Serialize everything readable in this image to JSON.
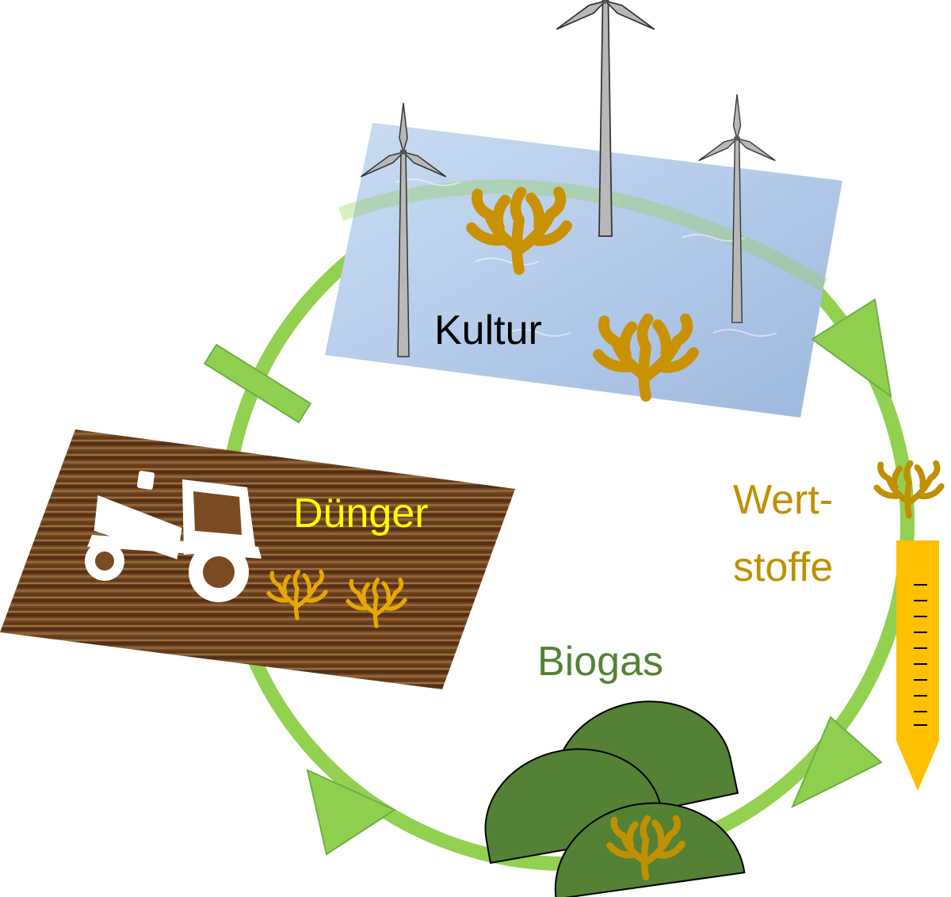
{
  "labels": {
    "kultur": "Kultur",
    "duenger": "Dünger",
    "wertstoffe_line1": "Wert-",
    "wertstoffe_line2": "stoffe",
    "biogas": "Biogas"
  },
  "colors": {
    "cycle_ring": "#92d050",
    "cycle_arrow": "#8fd14f",
    "cycle_arrow_outline": "#70ad47",
    "water_light": "#c9dcf2",
    "water_dark": "#9db8de",
    "soil_dark": "#5a3518",
    "soil_light": "#9a6a3c",
    "seaweed": "#c99200",
    "seaweed_outline": "#9a6e00",
    "kultur_text": "#000000",
    "duenger_text": "#ffff00",
    "wertstoffe_text": "#bf9000",
    "biogas_text": "#548235",
    "biogas_dome": "#538135",
    "tube_fill": "#ffc000",
    "turbine_fill": "#b8b8b8",
    "tractor": "#ffffff"
  },
  "icons": [
    "wind-turbine-icon",
    "seaweed-icon",
    "tractor-icon",
    "biogas-digester-icon",
    "test-tube-icon",
    "cycle-arrow-icon",
    "stop-bar-icon"
  ]
}
